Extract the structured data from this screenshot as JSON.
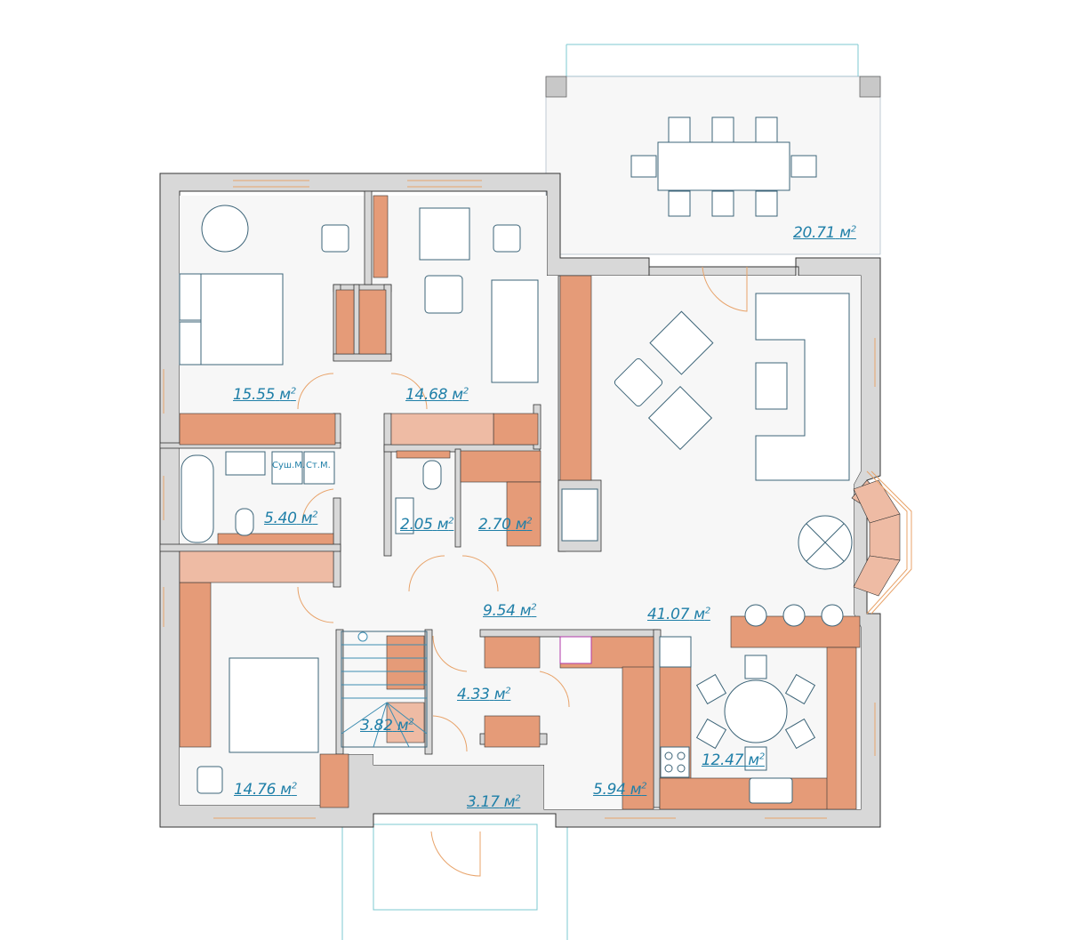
{
  "title": "Floor plan",
  "colors": {
    "wall": "#d8d8d8",
    "wall_outline": "#555555",
    "floor": "#f7f7f7",
    "cabinet": "#e59b78",
    "cabinet_light": "#eebba4",
    "furniture_line": "#3c6478",
    "label": "#1f7fa8",
    "door": "#e8a36a",
    "terrace_line": "#7cc8d0"
  },
  "rooms": [
    {
      "id": "terrace",
      "area": "20.71",
      "unit": "м",
      "exp": "2"
    },
    {
      "id": "bedroom-1",
      "area": "15.55",
      "unit": "м",
      "exp": "2"
    },
    {
      "id": "bedroom-2",
      "area": "14.68",
      "unit": "м",
      "exp": "2"
    },
    {
      "id": "bathroom",
      "area": "5.40",
      "unit": "м",
      "exp": "2"
    },
    {
      "id": "wc",
      "area": "2.05",
      "unit": "м",
      "exp": "2"
    },
    {
      "id": "wardrobe",
      "area": "2.70",
      "unit": "м",
      "exp": "2"
    },
    {
      "id": "hall",
      "area": "9.54",
      "unit": "м",
      "exp": "2"
    },
    {
      "id": "living-room",
      "area": "41.07",
      "unit": "м",
      "exp": "2"
    },
    {
      "id": "corridor",
      "area": "4.33",
      "unit": "м",
      "exp": "2"
    },
    {
      "id": "stairs",
      "area": "3.82",
      "unit": "м",
      "exp": "2"
    },
    {
      "id": "bedroom-3",
      "area": "14.76",
      "unit": "м",
      "exp": "2"
    },
    {
      "id": "vestibule",
      "area": "3.17",
      "unit": "м",
      "exp": "2"
    },
    {
      "id": "pantry",
      "area": "5.94",
      "unit": "м",
      "exp": "2"
    },
    {
      "id": "kitchen",
      "area": "12.47",
      "unit": "м",
      "exp": "2"
    }
  ],
  "appliances": {
    "dryer": "Суш.М.",
    "washer": "Ст.М."
  }
}
